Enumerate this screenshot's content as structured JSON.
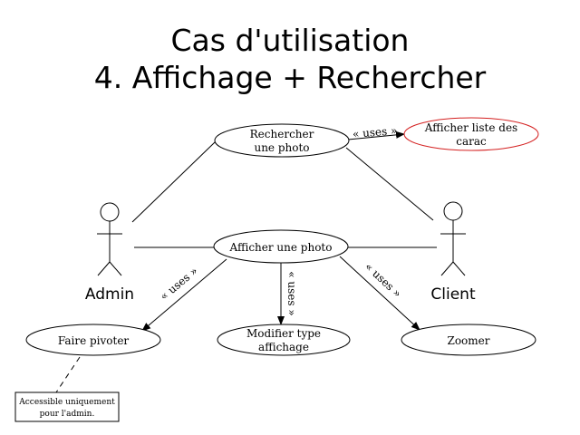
{
  "title": {
    "line1": "Cas d'utilisation",
    "line2": "4. Affichage + Rechercher"
  },
  "actors": {
    "admin": "Admin",
    "client": "Client"
  },
  "use_cases": {
    "rechercher": [
      "Rechercher",
      "une photo"
    ],
    "afficher_liste": [
      "Afficher liste des",
      "carac"
    ],
    "afficher_photo": [
      "Afficher une photo"
    ],
    "faire_pivoter": [
      "Faire pivoter"
    ],
    "modifier_type": [
      "Modifier type",
      "affichage"
    ],
    "zoomer": [
      "Zoomer"
    ]
  },
  "relations": {
    "uses_label": "« uses »"
  },
  "note": {
    "line1": "Accessible uniquement",
    "line2": "pour l'admin."
  },
  "colors": {
    "line": "#000000",
    "highlight": "#d42020"
  }
}
